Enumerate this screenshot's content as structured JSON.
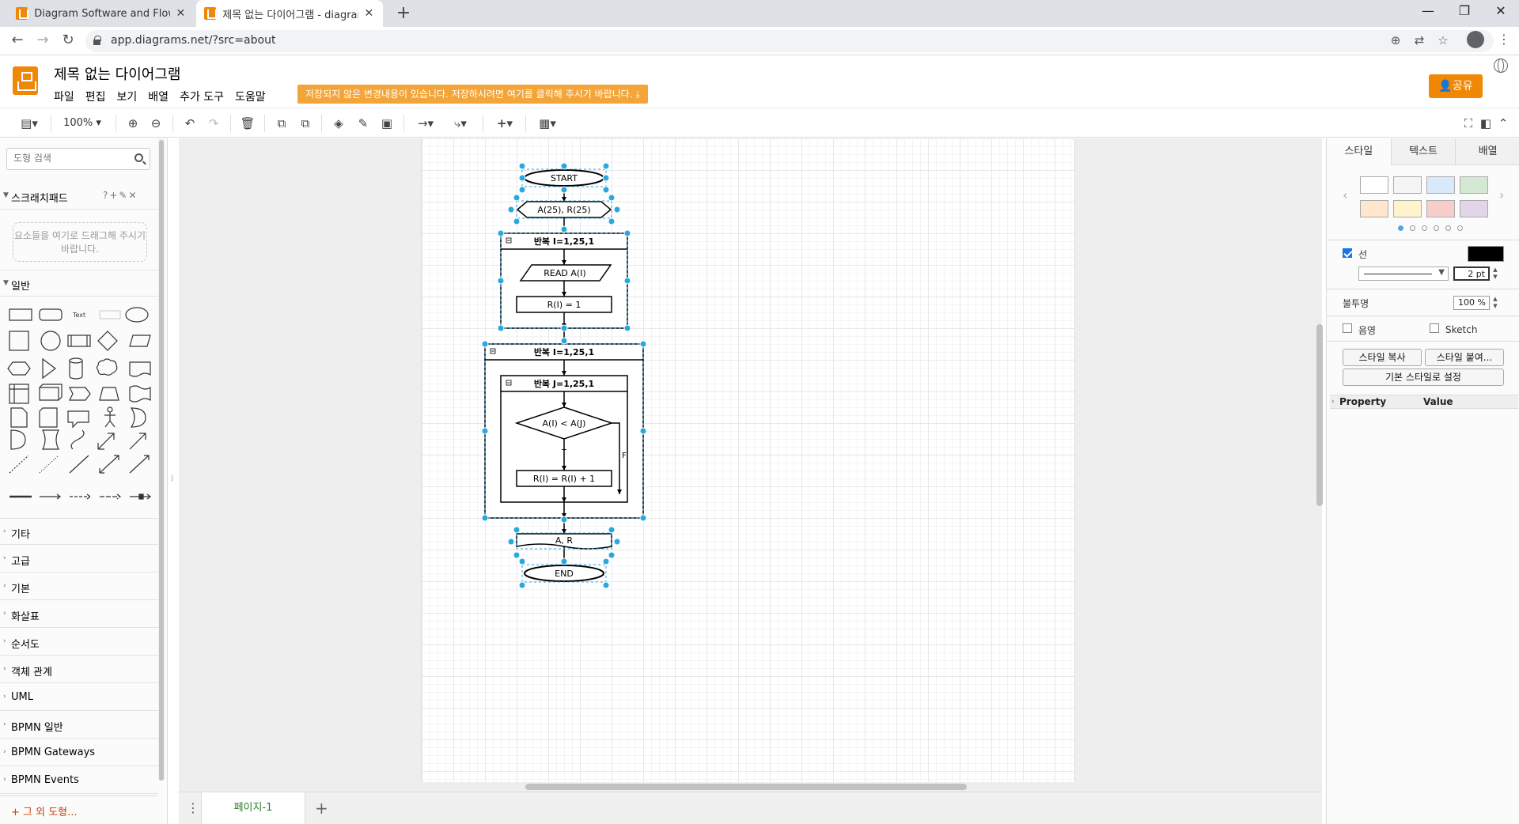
{
  "browser": {
    "tabs": [
      {
        "title": "Diagram Software and Flowchar",
        "active": false
      },
      {
        "title": "제목 없는 다이어그램 - diagram",
        "active": true
      }
    ],
    "url": "app.diagrams.net/?src=about"
  },
  "app": {
    "title": "제목 없는 다이어그램",
    "menus": [
      "파일",
      "편집",
      "보기",
      "배열",
      "추가 도구",
      "도움말"
    ],
    "unsaved_banner": "저장되지 않은 변경내용이 있습니다. 저장하시려면 여기를 클릭해 주시기 바랍니다.",
    "share_label": "공유",
    "accent_color": "#f08705"
  },
  "toolbar": {
    "zoom": "100%"
  },
  "sidebar": {
    "search_placeholder": "도형 검색",
    "scratchpad_label": "스크래치패드",
    "scratchpad_drop": "요소들을 여기로 드래그해 주시기 바랍니다.",
    "general_label": "일반",
    "text_shape_label": "Text",
    "sections": [
      "기타",
      "고급",
      "기본",
      "화살표",
      "순서도",
      "객체 관계",
      "UML",
      "BPMN 일반",
      "BPMN Gateways",
      "BPMN Events"
    ],
    "more_shapes": "+ 그 외 도형..."
  },
  "diagram": {
    "start": "START",
    "declare": "A(25), R(25)",
    "loop1": "반복  I=1,25,1",
    "read": "READ A(I)",
    "assign": "R(I) = 1",
    "loop2": "반복  I=1,25,1",
    "loop3": "반복  J=1,25,1",
    "decision": "A(I) < A(J)",
    "true_label": "T",
    "false_label": "F",
    "increment": "R(I) = R(I) + 1",
    "output": "A, R",
    "end": "END",
    "selection_color": "#29a8e0"
  },
  "pages": {
    "current": "페이지-1"
  },
  "format_panel": {
    "tabs": [
      "스타일",
      "텍스트",
      "배열"
    ],
    "swatches": [
      "#ffffff",
      "#f5f5f5",
      "#dae8fc",
      "#d5e8d4",
      "#ffe6cc",
      "#fff2cc",
      "#f8cecc",
      "#e1d5e7"
    ],
    "line_label": "선",
    "line_color": "#000000",
    "line_width": "2 pt",
    "opacity_label": "불투명",
    "opacity_value": "100 %",
    "shadow_label": "음영",
    "sketch_label": "Sketch",
    "copy_style": "스타일 복사",
    "paste_style": "스타일 붙여...",
    "default_style": "기본 스타일로 설정",
    "prop_header": "Property",
    "value_header": "Value"
  }
}
